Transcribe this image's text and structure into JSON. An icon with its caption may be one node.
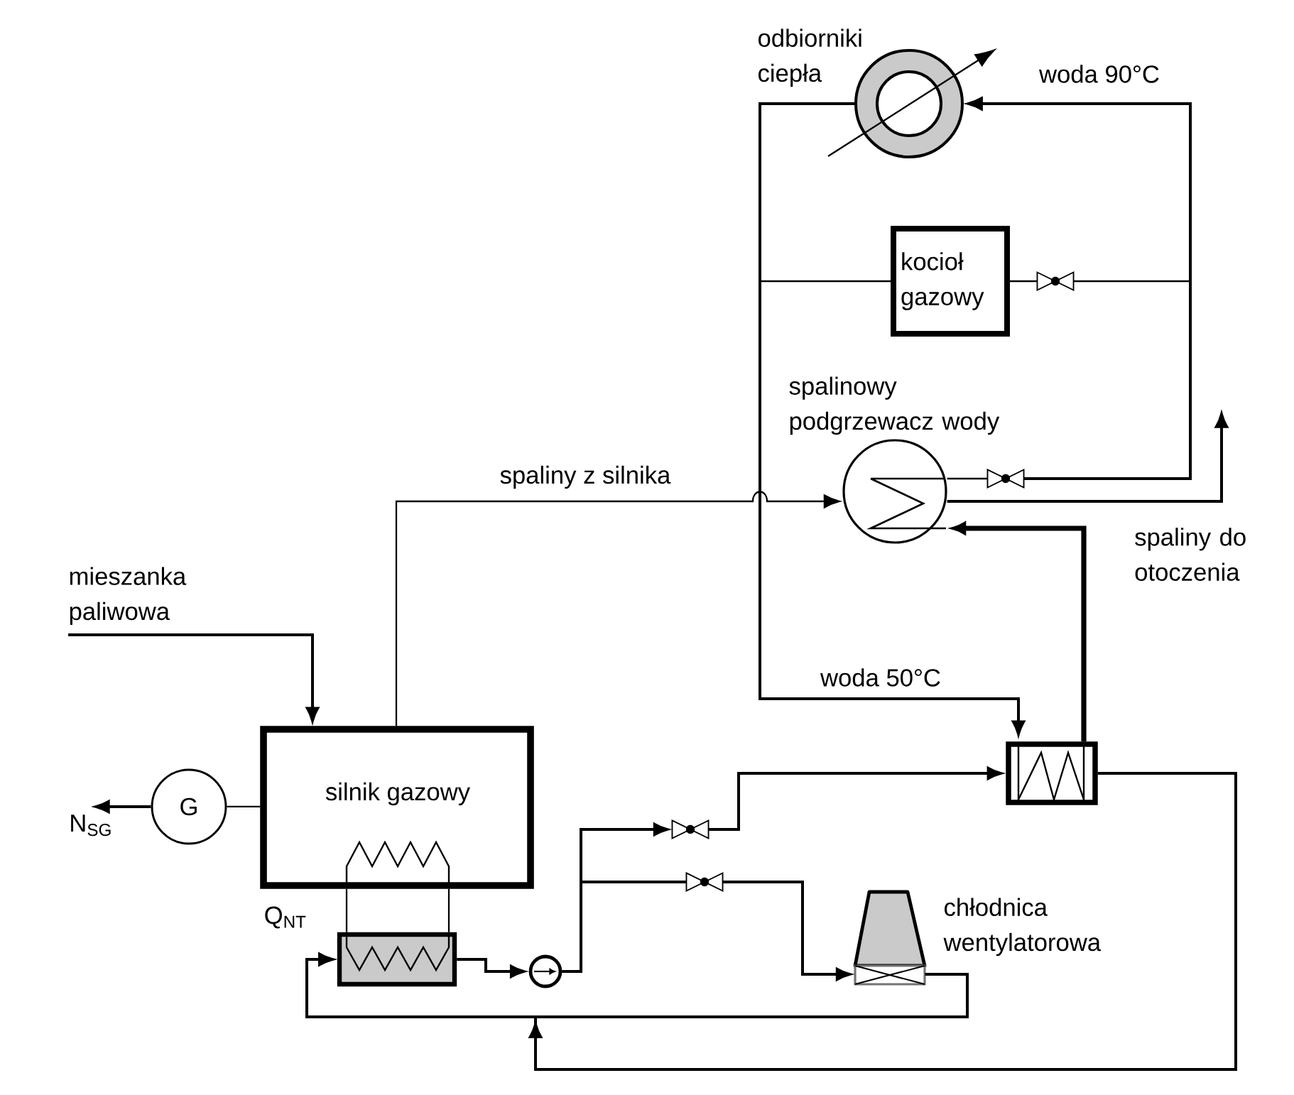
{
  "diagram": {
    "nodes": [
      {
        "text": [
          "odbiorniki ciepła"
        ]
      },
      {
        "text": [
          "kocioł gazowy"
        ]
      },
      {
        "text": [],
        "shape": "valve"
      },
      {
        "text": [
          "spalinowy podgrzewacz wody"
        ]
      },
      {
        "text": [],
        "shape": "valve"
      },
      {
        "text": [
          "mieszanka paliwowa"
        ]
      },
      {
        "text": [],
        "shape": "box"
      },
      {
        "text": [
          "silnik gazowy"
        ]
      },
      {
        "text": [
          "G"
        ]
      },
      {
        "text": [
          "N$_{SG}$"
        ]
      },
      {
        "text": [],
        "shape": "valve"
      },
      {
        "text": [],
        "shape": "valve"
      },
      {
        "text": [],
        "shape": "box",
        "beside": [
          "Q$_{NT}$"
        ]
      },
      {
        "text": [],
        "shape": "circle"
      },
      {
        "text": [
          "chłodnica wentylatorowa"
        ]
      }
    ],
    "edges": [
      {
        "from": 5,
        "to": 7,
        "arrow": "to"
      },
      {
        "from": 7,
        "to": 3,
        "arrow": "to",
        "label": "spaliny z silnika"
      },
      {
        "from": 3,
        "to": null,
        "arrow": "to",
        "label": "spaliny do otoczenia"
      },
      {
        "from": 3,
        "to": 4,
        "arrow": "none"
      },
      {
        "from": 4,
        "to": 0,
        "arrow": "to"
      },
      {
        "from": 1,
        "to": 2,
        "arrow": "none"
      },
      {
        "from": 2,
        "to": 0,
        "arrow": "to"
      },
      {
        "from": 0,
        "to": 1,
        "arrow": "none"
      },
      {
        "from": 0,
        "to": 6,
        "arrow": "to",
        "label": "woda 50°C"
      },
      {
        "from": 6,
        "to": 3,
        "arrow": "to",
        "style": "thick"
      },
      {
        "from": 7,
        "to": 8,
        "arrow": "none"
      },
      {
        "from": 8,
        "to": 9,
        "arrow": "to"
      },
      {
        "from": 7,
        "to": 12,
        "arrow": "none"
      },
      {
        "from": 7,
        "to": 12,
        "arrow": "none"
      },
      {
        "from": 12,
        "to": 13,
        "arrow": "to"
      },
      {
        "from": 13,
        "to": 10,
        "arrow": "to"
      },
      {
        "from": 13,
        "to": 11,
        "arrow": "none"
      },
      {
        "from": 10,
        "to": 6,
        "arrow": "to"
      },
      {
        "from": 11,
        "to": 14,
        "arrow": "to"
      },
      {
        "from": 14,
        "to": 12,
        "arrow": "to"
      },
      {
        "from": 6,
        "to": 12,
        "arrow": "to"
      }
    ],
    "labels": [
      "woda 90°C"
    ]
  }
}
